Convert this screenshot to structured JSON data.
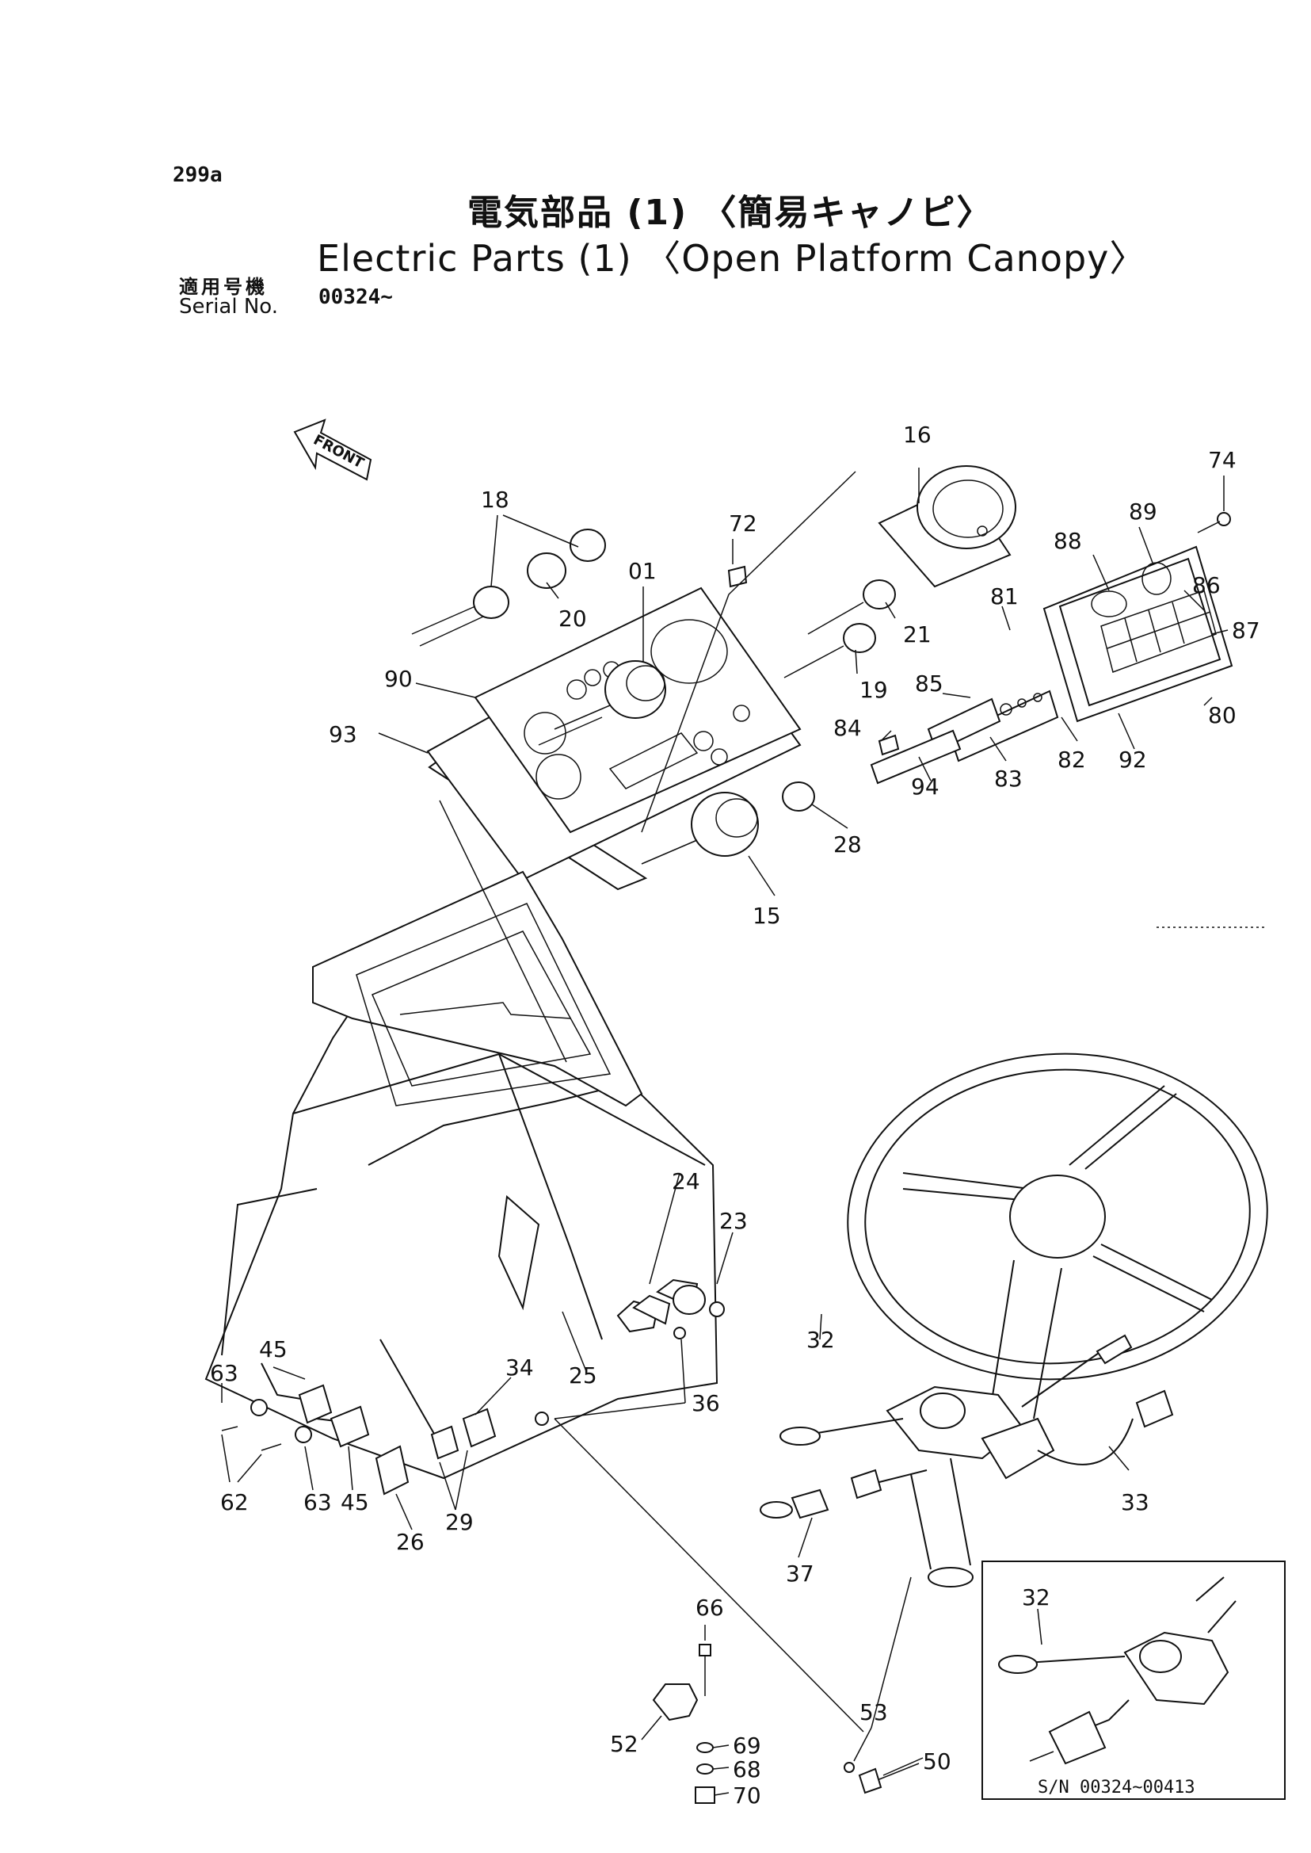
{
  "header": {
    "page_number": "299a",
    "title_jp": "電気部品 (1) 〈簡易キャノピ〉",
    "title_en": "Electric Parts (1) 〈Open Platform Canopy〉",
    "serial_label_jp": "適用号機",
    "serial_label_en": "Serial No.",
    "serial_value": "00324~"
  },
  "direction_label": "FRONT",
  "inset": {
    "serial_range": "S/N 00324~00413",
    "callout": "32"
  },
  "callouts": [
    "16",
    "74",
    "18",
    "72",
    "01",
    "89",
    "88",
    "86",
    "87",
    "81",
    "21",
    "20",
    "19",
    "90",
    "85",
    "93",
    "84",
    "80",
    "82",
    "92",
    "83",
    "94",
    "28",
    "15",
    "24",
    "23",
    "32",
    "45",
    "63",
    "34",
    "25",
    "36",
    "62",
    "63",
    "45",
    "29",
    "26",
    "33",
    "37",
    "66",
    "52",
    "69",
    "68",
    "70",
    "53",
    "50"
  ]
}
